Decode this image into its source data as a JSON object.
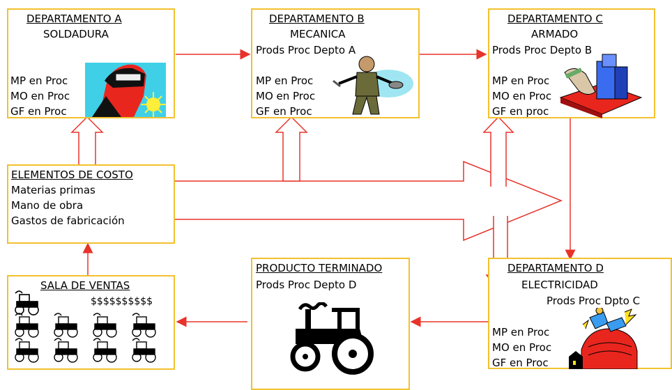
{
  "colors": {
    "arrow": "#e8332a",
    "border": "#f2c12e"
  },
  "dept_a": {
    "title": "DEPARTAMENTO A",
    "subtitle": "SOLDADURA",
    "lines": [
      "MP en Proc",
      "MO en Proc",
      "GF en Proc"
    ],
    "clipart": "welder-icon"
  },
  "dept_b": {
    "title": "DEPARTAMENTO B",
    "subtitle": "MECANICA",
    "input": "Prods Proc Depto A",
    "lines": [
      "MP en Proc",
      "MO en Proc",
      "GF en Proc"
    ],
    "clipart": "mechanic-icon"
  },
  "dept_c": {
    "title": "DEPARTAMENTO C",
    "subtitle": "ARMADO",
    "input": "Prods Proc Depto B",
    "lines": [
      "MP en Proc",
      "MO en Proc",
      "GF en proc"
    ],
    "clipart": "assembly-buildings-icon"
  },
  "dept_d": {
    "title": "DEPARTAMENTO D",
    "subtitle": "ELECTRICIDAD",
    "input": "Prods Proc Dpto C",
    "lines": [
      "MP en Proc",
      "MO en Proc",
      "GF en Proc"
    ],
    "clipart": "electrician-icon"
  },
  "elementos": {
    "title": "ELEMENTOS DE COSTO",
    "lines": [
      "Materias primas",
      "Mano de obra",
      "Gastos de fabricación"
    ]
  },
  "producto": {
    "title": "PRODUCTO TERMINADO",
    "input": "Prods Proc Depto D",
    "clipart": "tractor-icon"
  },
  "ventas": {
    "title": "SALA DE VENTAS",
    "money": "$$$$$$$$$$",
    "clipart": "tractor-fleet-icon"
  }
}
